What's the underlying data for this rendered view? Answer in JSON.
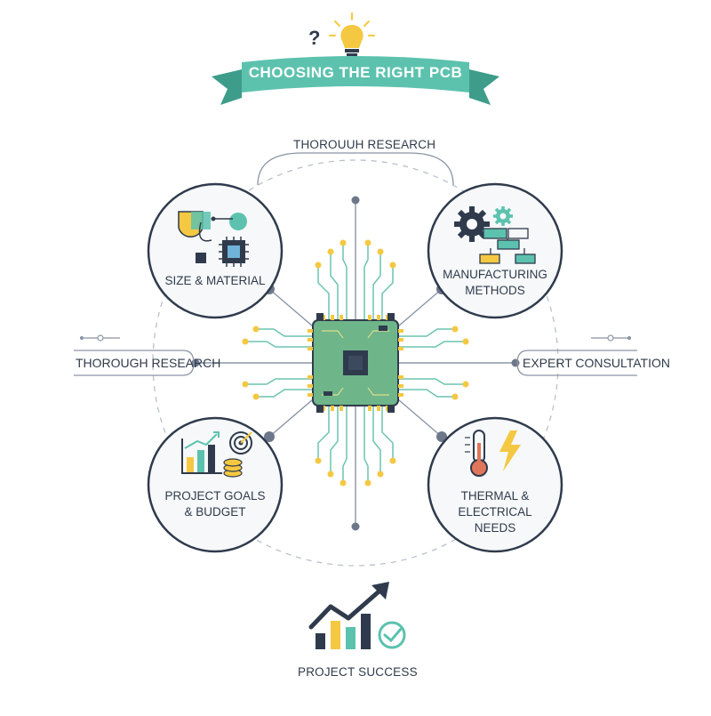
{
  "title": "CHOOSING THE RIGHT PCB",
  "top_label": "THOROUUH RESEARCH",
  "left_label": "THOROUGH RESEARCH",
  "right_label": "EXPERT CONSULTATION",
  "question_mark": "?",
  "factors": {
    "top_left": {
      "line1": "SIZE & MATERIAL",
      "line2": ""
    },
    "top_right": {
      "line1": "MANUFACTURING",
      "line2": "METHODS"
    },
    "bottom_left": {
      "line1": "PROJECT GOALS",
      "line2": "& BUDGET"
    },
    "bottom_right": {
      "line1": "THERMAL & ELECTRICAL",
      "line2": "NEEDS"
    }
  },
  "outcome": "PROJECT SUCCESS",
  "colors": {
    "teal": "#5cc2ae",
    "teal_dark": "#3d9c8a",
    "navy": "#2f3b4c",
    "yellow": "#f5c842",
    "chip_green": "#6fb58a",
    "line_gray": "#8a95a5"
  },
  "icons": [
    "lightbulb-icon",
    "question-mark-icon",
    "chip-icon",
    "gear-icon",
    "flowchart-icon",
    "bar-chart-icon",
    "target-icon",
    "coins-icon",
    "thermometer-icon",
    "lightning-icon",
    "growth-chart-icon",
    "checkmark-icon"
  ]
}
